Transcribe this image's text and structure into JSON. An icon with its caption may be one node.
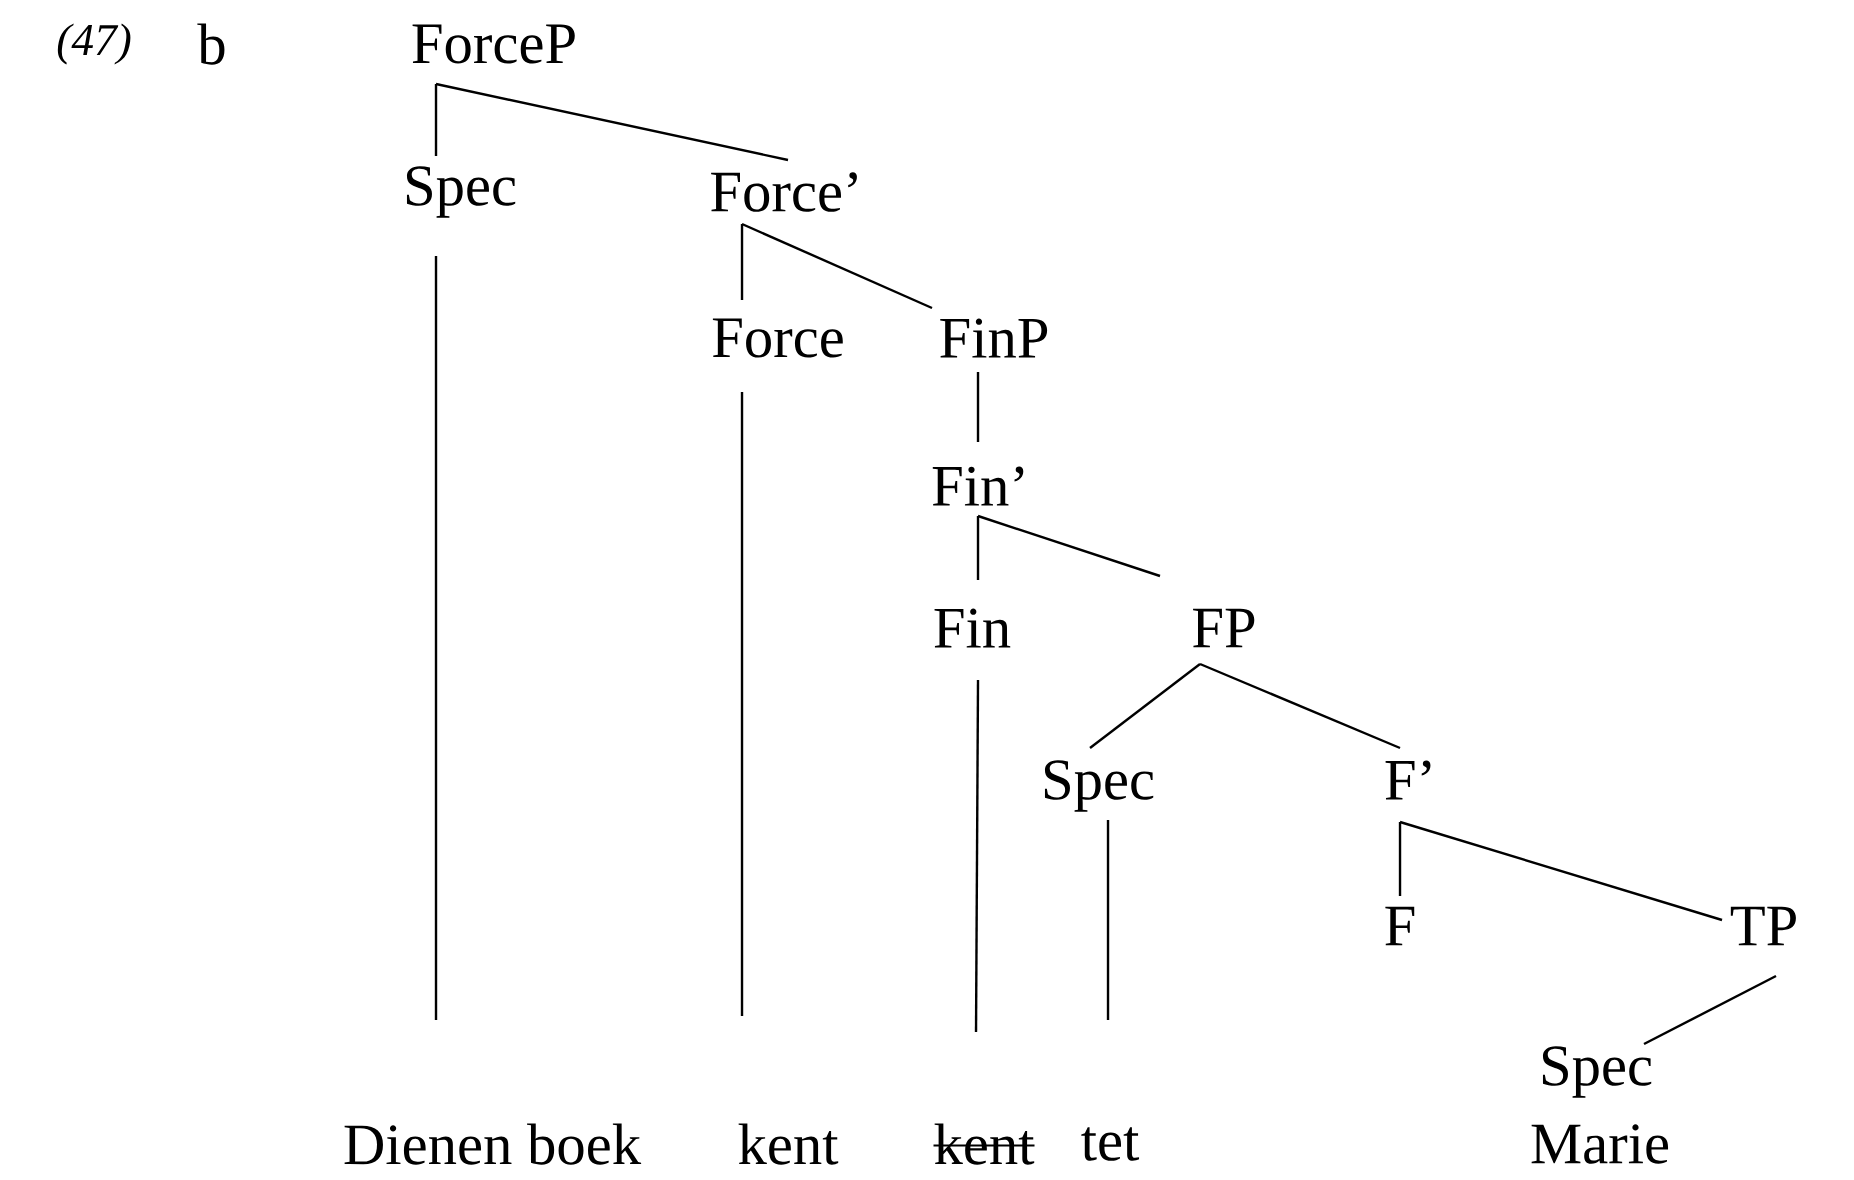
{
  "diagram": {
    "nodes": [
      {
        "text": [
          "ForceP"
        ]
      },
      {
        "text": [
          "Spec"
        ]
      },
      {
        "text": [
          "Force’"
        ]
      },
      {
        "text": [
          "Force"
        ]
      },
      {
        "text": [
          "FinP"
        ]
      },
      {
        "text": [
          "Fin’"
        ]
      },
      {
        "text": [
          "Fin"
        ]
      },
      {
        "text": [
          "FP"
        ]
      },
      {
        "text": [
          "Spec"
        ]
      },
      {
        "text": [
          "F’"
        ]
      },
      {
        "text": [
          "F"
        ]
      },
      {
        "text": [
          "TP"
        ]
      },
      {
        "text": [
          "Spec"
        ]
      },
      {
        "text": [
          "Dienen boek"
        ]
      },
      {
        "text": [
          "kent"
        ]
      },
      {
        "text": [
          "kent"
        ]
      },
      {
        "text": [
          "tet"
        ]
      },
      {
        "text": [
          "Marie"
        ]
      }
    ],
    "edges": [
      {
        "from": 0,
        "to": 1,
        "arrow": "none"
      },
      {
        "from": 0,
        "to": 2,
        "arrow": "none"
      },
      {
        "from": 1,
        "to": 13,
        "arrow": "none"
      },
      {
        "from": 2,
        "to": 3,
        "arrow": "none"
      },
      {
        "from": 2,
        "to": 4,
        "arrow": "none"
      },
      {
        "from": 3,
        "to": 14,
        "arrow": "none"
      },
      {
        "from": 4,
        "to": 5,
        "arrow": "none"
      },
      {
        "from": 5,
        "to": 6,
        "arrow": "none"
      },
      {
        "from": 5,
        "to": 7,
        "arrow": "none"
      },
      {
        "from": 6,
        "to": 15,
        "arrow": "none"
      },
      {
        "from": 7,
        "to": 8,
        "arrow": "none"
      },
      {
        "from": 7,
        "to": 9,
        "arrow": "none"
      },
      {
        "from": 8,
        "to": 16,
        "arrow": "none"
      },
      {
        "from": 9,
        "to": 10,
        "arrow": "none"
      },
      {
        "from": 9,
        "to": 11,
        "arrow": "none"
      },
      {
        "from": 11,
        "to": 12,
        "arrow": "none"
      }
    ],
    "labels": [
      "(47)",
      "b"
    ]
  }
}
